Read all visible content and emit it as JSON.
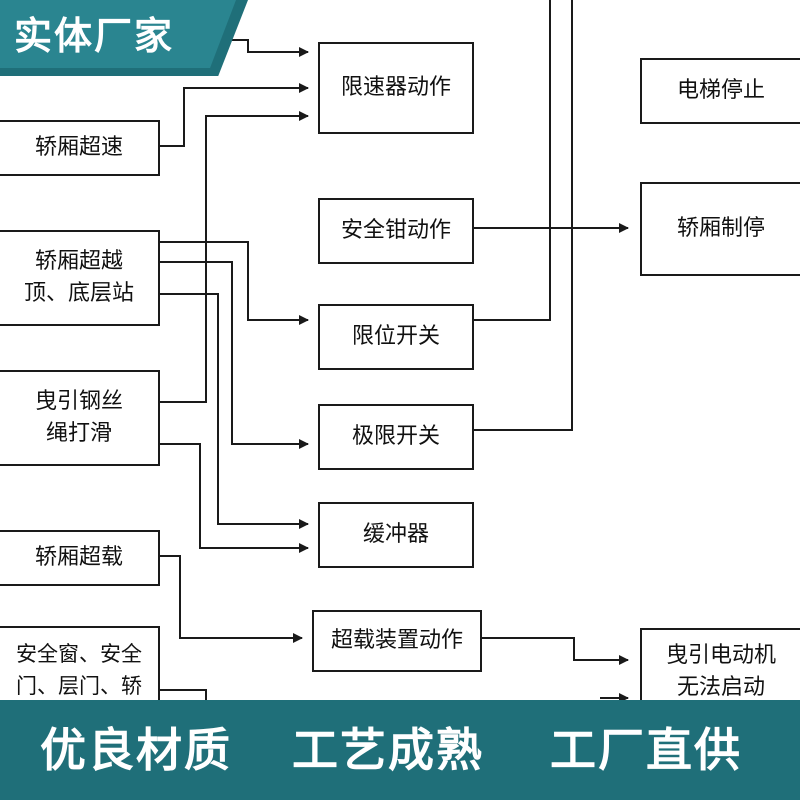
{
  "header": {
    "brand": "实体厂家"
  },
  "footer": {
    "slogans": [
      "优良材质",
      "工艺成熟",
      "工厂直供"
    ]
  },
  "causes": {
    "car_overspeed": "轿厢超速",
    "car_overtravel": [
      "轿厢超越",
      "顶、底层站"
    ],
    "rope_slip": [
      "曳引钢丝",
      "绳打滑"
    ],
    "car_overload": "轿厢超载",
    "doors_open": [
      "安全窗、安全",
      "门、层门、轿"
    ]
  },
  "actions": {
    "governor": "限速器动作",
    "safety_gear": "安全钳动作",
    "limit_switch": "限位开关",
    "final_limit": "极限开关",
    "buffer": "缓冲器",
    "overload_device": "超载装置动作"
  },
  "results": {
    "elevator_stop": "电梯停止",
    "car_braking": "轿厢制停",
    "motor_no_start": [
      "曳引电动机",
      "无法启动"
    ]
  },
  "colors": {
    "brand": "#1f6f79",
    "line": "#1a1a1a"
  }
}
